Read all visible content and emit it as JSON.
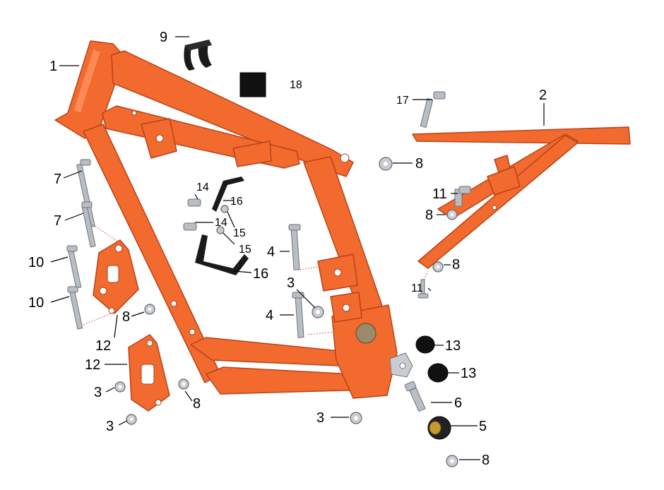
{
  "diagram": {
    "callouts": [
      {
        "id": "c1",
        "text": "1"
      },
      {
        "id": "c2",
        "text": "2"
      },
      {
        "id": "c3a",
        "text": "3"
      },
      {
        "id": "c3b",
        "text": "3"
      },
      {
        "id": "c3c",
        "text": "3"
      },
      {
        "id": "c3d",
        "text": "3"
      },
      {
        "id": "c4a",
        "text": "4"
      },
      {
        "id": "c4b",
        "text": "4"
      },
      {
        "id": "c5",
        "text": "5"
      },
      {
        "id": "c6",
        "text": "6"
      },
      {
        "id": "c7a",
        "text": "7"
      },
      {
        "id": "c7b",
        "text": "7"
      },
      {
        "id": "c8a",
        "text": "8"
      },
      {
        "id": "c8b",
        "text": "8"
      },
      {
        "id": "c8c",
        "text": "8"
      },
      {
        "id": "c8d",
        "text": "8"
      },
      {
        "id": "c8e",
        "text": "8"
      },
      {
        "id": "c8f",
        "text": "8"
      },
      {
        "id": "c9",
        "text": "9"
      },
      {
        "id": "c10a",
        "text": "10"
      },
      {
        "id": "c10b",
        "text": "10"
      },
      {
        "id": "c11a",
        "text": "11"
      },
      {
        "id": "c11b",
        "text": "11"
      },
      {
        "id": "c12a",
        "text": "12"
      },
      {
        "id": "c12b",
        "text": "12"
      },
      {
        "id": "c13a",
        "text": "13"
      },
      {
        "id": "c13b",
        "text": "13"
      },
      {
        "id": "c14a",
        "text": "14"
      },
      {
        "id": "c14b",
        "text": "14"
      },
      {
        "id": "c15a",
        "text": "15"
      },
      {
        "id": "c15b",
        "text": "15"
      },
      {
        "id": "c16a",
        "text": "16"
      },
      {
        "id": "c16b",
        "text": "16"
      },
      {
        "id": "c17",
        "text": "17"
      },
      {
        "id": "c18",
        "text": "18"
      }
    ],
    "colors": {
      "frame": "#f26a2e",
      "hardware": "#b9bec4",
      "rubber": "#111111",
      "background": "#ffffff"
    }
  }
}
